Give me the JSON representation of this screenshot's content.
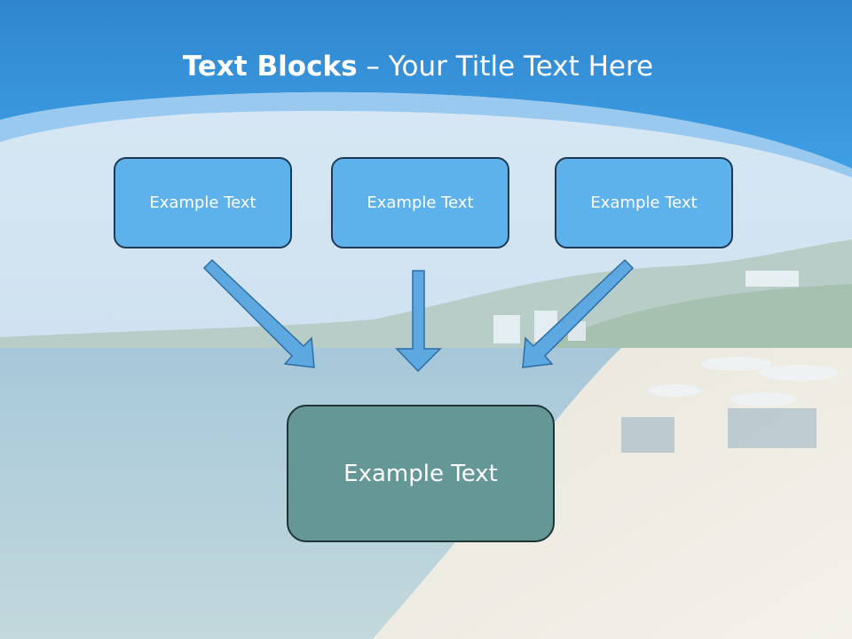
{
  "title": {
    "bold": "Text Blocks",
    "dash": " – ",
    "rest": "Your Title Text Here"
  },
  "blocks": [
    {
      "label": "Example Text"
    },
    {
      "label": "Example Text"
    },
    {
      "label": "Example Text"
    }
  ],
  "target": {
    "label": "Example Text"
  },
  "colors": {
    "header_blue": "#3a9ae0",
    "block_fill": "#5eb2ec",
    "target_fill": "#659797",
    "arrow_fill": "#5ea8e2"
  }
}
